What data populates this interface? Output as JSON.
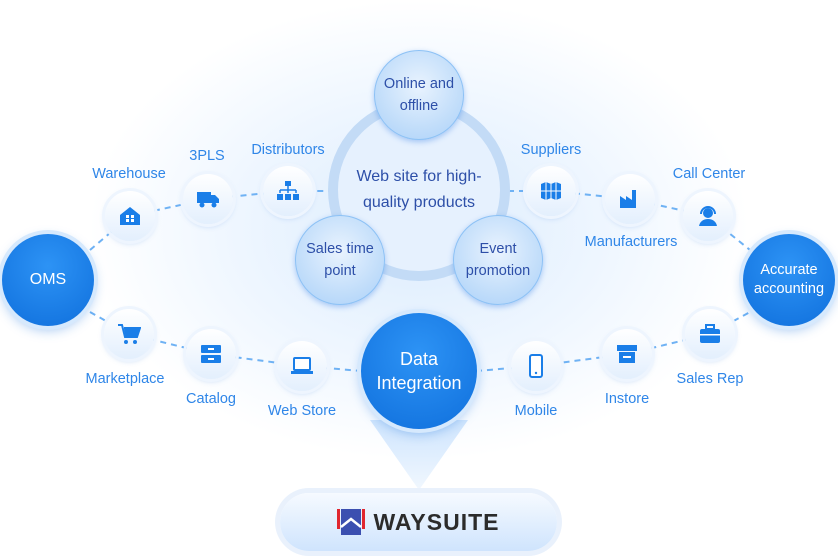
{
  "center": {
    "title": "Web site for high-quality products",
    "bubbles": [
      "Online and offline",
      "Sales time point",
      "Event promotion"
    ]
  },
  "hubs": {
    "left": "OMS",
    "right": "Accurate accounting",
    "bottom": "Data Integration"
  },
  "nodes": {
    "warehouse": "Warehouse",
    "threepls": "3PLS",
    "distributors": "Distributors",
    "suppliers": "Suppliers",
    "manufacturers": "Manufacturers",
    "call_center": "Call Center",
    "marketplace": "Marketplace",
    "catalog": "Catalog",
    "web_store": "Web Store",
    "mobile": "Mobile",
    "instore": "Instore",
    "sales_rep": "Sales Rep"
  },
  "logo": {
    "text": "WAYSUITE"
  },
  "colors": {
    "accent": "#1a7ee8",
    "text": "#2f86e8",
    "logo_blue": "#3b4fb0",
    "logo_red": "#e0262f"
  }
}
